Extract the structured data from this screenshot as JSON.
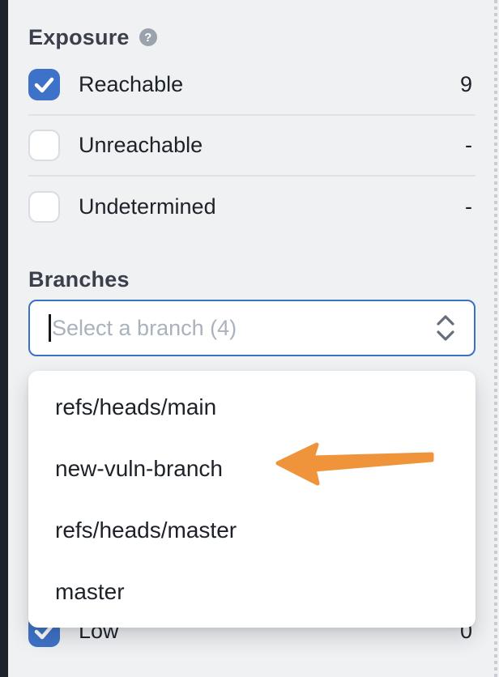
{
  "panel": {
    "exposure": {
      "title": "Exposure",
      "help_glyph": "?",
      "help_icon": "question-mark-icon",
      "options": [
        {
          "label": "Reachable",
          "count": "9",
          "checked": true
        },
        {
          "label": "Unreachable",
          "count": "-",
          "checked": false
        },
        {
          "label": "Undetermined",
          "count": "-",
          "checked": false
        }
      ]
    },
    "branches": {
      "title": "Branches",
      "select": {
        "placeholder": "Select a branch (4)",
        "focused": true,
        "chevron_icon": "chevron-up-down"
      },
      "options": [
        "refs/heads/main",
        "new-vuln-branch",
        "refs/heads/master",
        "master"
      ],
      "highlighted_option": "new-vuln-branch"
    },
    "severity_partial": {
      "label": "Low",
      "count": "0",
      "checked": true
    }
  },
  "annotations": {
    "arrow": {
      "shape": "left-pointing-arrow",
      "color": "#F0943B",
      "points_to": "new-vuln-branch"
    }
  },
  "colors": {
    "accent_blue": "#3E72C8",
    "input_border_blue": "#3B70C9",
    "panel_background": "#EFF1F3",
    "rail_dark": "#1E222A",
    "divider": "#DEE1E5",
    "placeholder_gray": "#A9B2BD",
    "help_badge_gray": "#9AA2AD",
    "annotation_orange": "#F0943B"
  }
}
